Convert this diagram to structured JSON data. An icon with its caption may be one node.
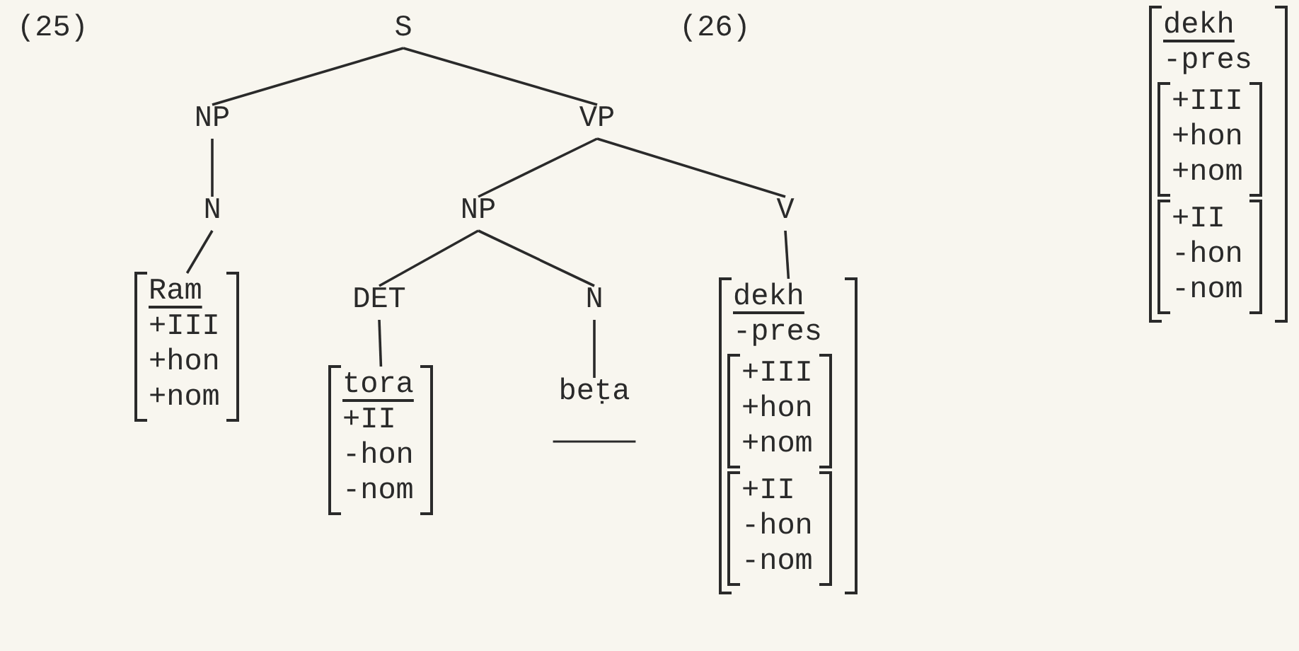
{
  "diagram": {
    "nodes": [
      {
        "text": [
          "S"
        ]
      },
      {
        "text": [
          "NP"
        ]
      },
      {
        "text": [
          "VP"
        ]
      },
      {
        "text": [
          "N"
        ]
      },
      {
        "text": [
          "Ram",
          "+III",
          "+hon",
          "+nom"
        ]
      },
      {
        "text": [
          "NP"
        ]
      },
      {
        "text": [
          "V"
        ]
      },
      {
        "text": [
          "DET"
        ]
      },
      {
        "text": [
          "N"
        ]
      },
      {
        "text": [
          "tora",
          "+II",
          "-hon",
          "-nom"
        ]
      },
      {
        "text": [
          "beṭa"
        ]
      },
      {
        "text": [
          "dekh",
          "-pres"
        ]
      },
      {
        "text": [
          "+III",
          "+hon",
          "+nom"
        ],
        "in": 11
      },
      {
        "text": [
          "+II",
          "-hon",
          "-nom"
        ],
        "in": 11
      },
      {
        "text": [
          "dekh",
          "-pres"
        ]
      },
      {
        "text": [
          "+III",
          "+hon",
          "+nom"
        ],
        "in": 14
      },
      {
        "text": [
          "+II",
          "-hon",
          "-nom"
        ],
        "in": 14
      }
    ],
    "edges": [
      {
        "from": 0,
        "to": 1,
        "arrow": "none"
      },
      {
        "from": 0,
        "to": 2,
        "arrow": "none"
      },
      {
        "from": 1,
        "to": 3,
        "arrow": "none"
      },
      {
        "from": 3,
        "to": 4,
        "arrow": "none"
      },
      {
        "from": 2,
        "to": 5,
        "arrow": "none"
      },
      {
        "from": 2,
        "to": 6,
        "arrow": "none"
      },
      {
        "from": 5,
        "to": 7,
        "arrow": "none"
      },
      {
        "from": 5,
        "to": 8,
        "arrow": "none"
      },
      {
        "from": 7,
        "to": 9,
        "arrow": "none"
      },
      {
        "from": 8,
        "to": 10,
        "arrow": "none"
      },
      {
        "from": 6,
        "to": 11,
        "arrow": "none"
      }
    ],
    "labels": [
      "(25)",
      "(26)"
    ]
  }
}
